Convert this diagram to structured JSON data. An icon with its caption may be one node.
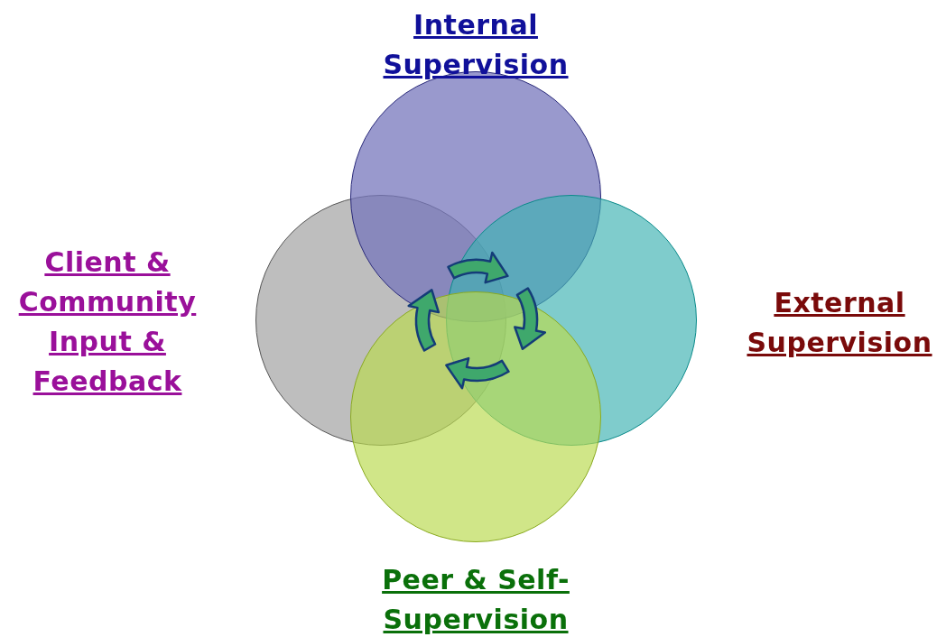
{
  "diagram": {
    "nodes": [
      {
        "text": [
          "Internal Supervision"
        ]
      },
      {
        "text": [
          "Client & Community Input & Feedback"
        ]
      },
      {
        "text": [
          "External Supervision"
        ]
      },
      {
        "text": [
          "Peer & Self-Supervision"
        ]
      }
    ]
  }
}
